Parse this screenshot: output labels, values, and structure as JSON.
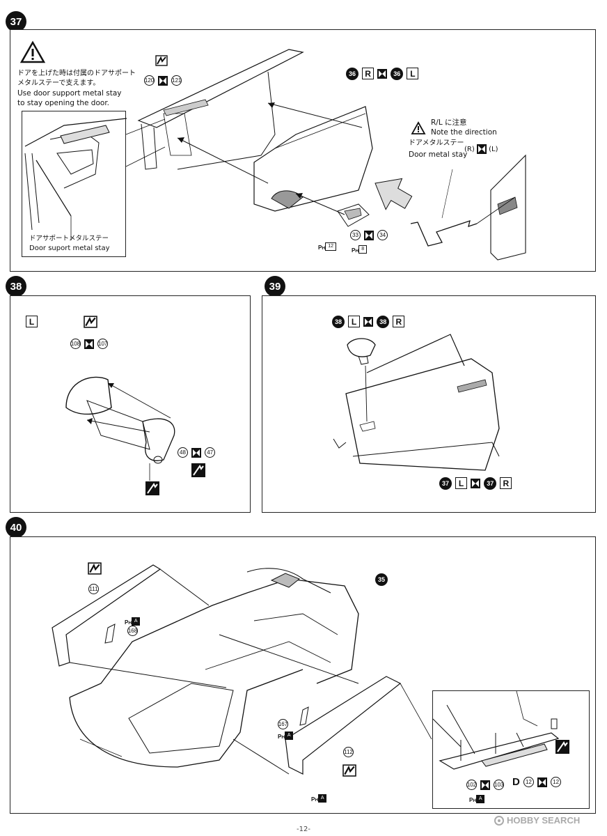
{
  "page_number": "-12-",
  "watermark": "HOBBY SEARCH",
  "steps": {
    "s37": {
      "number": "37",
      "warning_jp": "ドアを上げた時は付属のドアサポート",
      "warning_jp2": "メタルステーで支えます。",
      "warning_en": "Use door support metal stay",
      "warning_en2": "to stay opening the door.",
      "inset_label_jp": "ドアサポートメタルステー",
      "inset_label_en": "Door suport metal stay",
      "parts_a": [
        "120",
        "121"
      ],
      "part_36": "36",
      "side_r": "R",
      "side_l": "L",
      "parts_b": [
        "33",
        "34"
      ],
      "ph1": "12",
      "ph2": "8",
      "note_jp": "R/L に注意",
      "note_en": "Note the direction",
      "stay_jp": "ドアメタルステー",
      "stay_en": "Door metal stay",
      "r_label": "(R)",
      "l_label": "(L)"
    },
    "s38": {
      "number": "38",
      "side": "L",
      "parts_a": [
        "108",
        "107"
      ],
      "parts_b": [
        "48",
        "47"
      ]
    },
    "s39": {
      "number": "39",
      "part_38": "38",
      "part_37": "37",
      "side_l": "L",
      "side_r": "R"
    },
    "s40": {
      "number": "40",
      "part_111": "111",
      "part_168": "168",
      "part_167": "167",
      "part_112": "112",
      "part_35": "35",
      "ph_a": "A",
      "parts_c": [
        "102",
        "103"
      ],
      "part_d": "D",
      "parts_d": [
        "12",
        "12"
      ]
    }
  }
}
